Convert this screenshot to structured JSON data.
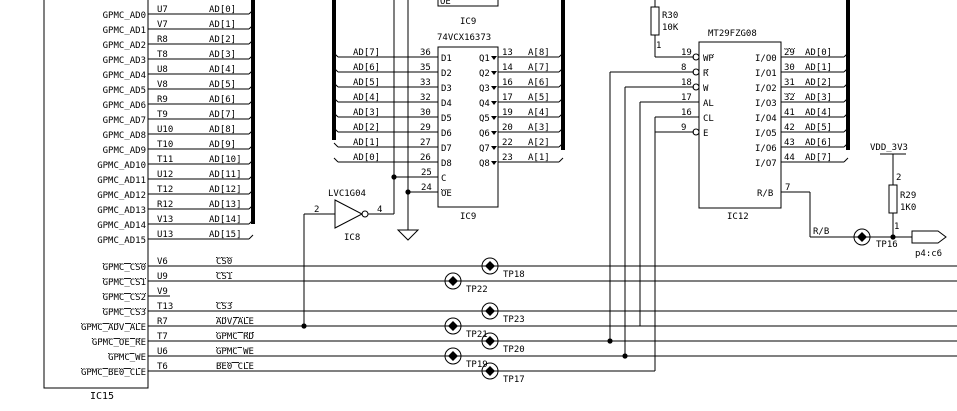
{
  "ic15": {
    "ref": "IC15",
    "rows": [
      {
        "name": "GPMC_AD0",
        "pin": "U7",
        "net": "AD[0]"
      },
      {
        "name": "GPMC_AD1",
        "pin": "V7",
        "net": "AD[1]"
      },
      {
        "name": "GPMC_AD2",
        "pin": "R8",
        "net": "AD[2]"
      },
      {
        "name": "GPMC_AD3",
        "pin": "T8",
        "net": "AD[3]"
      },
      {
        "name": "GPMC_AD4",
        "pin": "U8",
        "net": "AD[4]"
      },
      {
        "name": "GPMC_AD5",
        "pin": "V8",
        "net": "AD[5]"
      },
      {
        "name": "GPMC_AD6",
        "pin": "R9",
        "net": "AD[6]"
      },
      {
        "name": "GPMC_AD7",
        "pin": "T9",
        "net": "AD[7]"
      },
      {
        "name": "GPMC_AD8",
        "pin": "U10",
        "net": "AD[8]"
      },
      {
        "name": "GPMC_AD9",
        "pin": "T10",
        "net": "AD[9]"
      },
      {
        "name": "GPMC_AD10",
        "pin": "T11",
        "net": "AD[10]"
      },
      {
        "name": "GPMC_AD11",
        "pin": "U12",
        "net": "AD[11]"
      },
      {
        "name": "GPMC_AD12",
        "pin": "T12",
        "net": "AD[12]"
      },
      {
        "name": "GPMC_AD13",
        "pin": "R12",
        "net": "AD[13]"
      },
      {
        "name": "GPMC_AD14",
        "pin": "V13",
        "net": "AD[14]"
      },
      {
        "name": "GPMC_AD15",
        "pin": "U13",
        "net": "AD[15]"
      }
    ],
    "ctrl": [
      {
        "name": "GPMC_CS0",
        "pin": "V6",
        "net": "CS0",
        "nameBar": true,
        "netBar": true
      },
      {
        "name": "GPMC_CS1",
        "pin": "U9",
        "net": "CS1",
        "nameBar": true,
        "netBar": true
      },
      {
        "name": "GPMC_CS2",
        "pin": "V9",
        "net": "",
        "nameBar": true,
        "netBar": false
      },
      {
        "name": "GPMC_CS3",
        "pin": "T13",
        "net": "CS3",
        "nameBar": true,
        "netBar": true
      },
      {
        "name": "GPMC_ADV_ALE",
        "pin": "R7",
        "net": "ADV/ALE",
        "nameBar": true,
        "netBar": true
      },
      {
        "name": "GPMC_OE_RE",
        "pin": "T7",
        "net": "GPMC_RD",
        "nameBar": true,
        "netBar": true
      },
      {
        "name": "GPMC_WE",
        "pin": "U6",
        "net": "GPMC_WE",
        "nameBar": true,
        "netBar": true
      },
      {
        "name": "GPMC_BE0_CLE",
        "pin": "T6",
        "net": "BE0_CLE",
        "nameBar": true,
        "netBar": true
      }
    ]
  },
  "ic9": {
    "ref": "IC9",
    "top_ref": "IC9",
    "top_pin": "OE",
    "part": "74VCX16373",
    "rows": [
      {
        "innet": "AD[7]",
        "inpin": "36",
        "d": "D1",
        "q": "Q1",
        "outpin": "13",
        "outnet": "A[8]"
      },
      {
        "innet": "AD[6]",
        "inpin": "35",
        "d": "D2",
        "q": "Q2",
        "outpin": "14",
        "outnet": "A[7]"
      },
      {
        "innet": "AD[5]",
        "inpin": "33",
        "d": "D3",
        "q": "Q3",
        "outpin": "16",
        "outnet": "A[6]"
      },
      {
        "innet": "AD[4]",
        "inpin": "32",
        "d": "D4",
        "q": "Q4",
        "outpin": "17",
        "outnet": "A[5]"
      },
      {
        "innet": "AD[3]",
        "inpin": "30",
        "d": "D5",
        "q": "Q5",
        "outpin": "19",
        "outnet": "A[4]"
      },
      {
        "innet": "AD[2]",
        "inpin": "29",
        "d": "D6",
        "q": "Q6",
        "outpin": "20",
        "outnet": "A[3]"
      },
      {
        "innet": "AD[1]",
        "inpin": "27",
        "d": "D7",
        "q": "Q7",
        "outpin": "22",
        "outnet": "A[2]"
      },
      {
        "innet": "AD[0]",
        "inpin": "26",
        "d": "D8",
        "q": "Q8",
        "outpin": "23",
        "outnet": "A[1]"
      }
    ],
    "c_pin": "25",
    "c_label": "C",
    "oe_pin": "24",
    "oe_label": "OE"
  },
  "ic8": {
    "ref": "IC8",
    "part": "LVC1G04",
    "in_pin": "2",
    "out_pin": "4"
  },
  "r30": {
    "ref": "R30",
    "value": "10K",
    "pin": "1"
  },
  "ic12": {
    "ref": "IC12",
    "part": "MT29FZG08",
    "left": [
      {
        "pin": "19",
        "label": "WP"
      },
      {
        "pin": "8",
        "label": "R"
      },
      {
        "pin": "18",
        "label": "W"
      },
      {
        "pin": "17",
        "label": "AL"
      },
      {
        "pin": "16",
        "label": "CL"
      },
      {
        "pin": "9",
        "label": "E"
      }
    ],
    "right": [
      {
        "label": "I/O0",
        "pin": "29",
        "net": "AD[0]"
      },
      {
        "label": "I/O1",
        "pin": "30",
        "net": "AD[1]"
      },
      {
        "label": "I/O2",
        "pin": "31",
        "net": "AD[2]"
      },
      {
        "label": "I/O3",
        "pin": "32",
        "net": "AD[3]"
      },
      {
        "label": "I/O4",
        "pin": "41",
        "net": "AD[4]"
      },
      {
        "label": "I/O5",
        "pin": "42",
        "net": "AD[5]"
      },
      {
        "label": "I/O6",
        "pin": "43",
        "net": "AD[6]"
      },
      {
        "label": "I/O7",
        "pin": "44",
        "net": "AD[7]"
      }
    ],
    "rb_label": "R/B",
    "rb_pin": "7"
  },
  "vdd": {
    "label": "VDD_3V3"
  },
  "r29": {
    "ref": "R29",
    "value": "1K0",
    "pin": "1",
    "pin_top": "2"
  },
  "rb_net": "R/B",
  "tp16": "TP16",
  "offpage": "p4:c6",
  "testpoints": {
    "tp18": "TP18",
    "tp22": "TP22",
    "tp23": "TP23",
    "tp21": "TP21",
    "tp20": "TP20",
    "tp19": "TP19",
    "tp17": "TP17"
  }
}
